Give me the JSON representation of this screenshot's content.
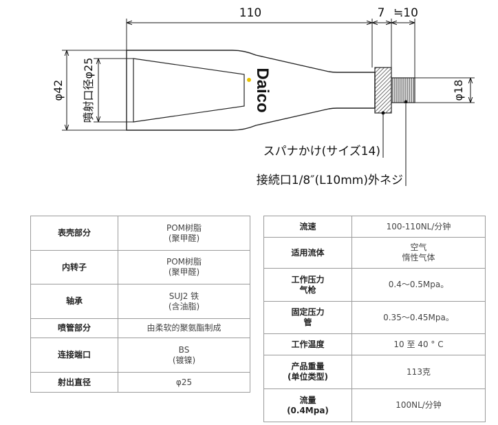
{
  "drawing": {
    "dim_length": "110",
    "dim_wrench": "7",
    "dim_thread_length": "≒10",
    "dim_outer_dia": "φ42",
    "dim_nozzle_label": "噴射口径φ25",
    "dim_connector_dia": "φ18",
    "brand": "Daico",
    "note_wrench": "スパナかけ(サイズ14)",
    "note_thread": "接続口1/8″(L10mm)外ネジ"
  },
  "spec_left": [
    {
      "key": "表壳部分",
      "value": [
        "POM树脂",
        "(聚甲醛)"
      ]
    },
    {
      "key": "内转子",
      "value": [
        "POM树脂",
        "(聚甲醛)"
      ]
    },
    {
      "key": "轴承",
      "value": [
        "SUJ2 铁",
        "(含油脂)"
      ]
    },
    {
      "key": "喷管部分",
      "value": [
        "由柔软的聚氨酯制成"
      ]
    },
    {
      "key": "连接端口",
      "value": [
        "BS",
        "(镀镍)"
      ]
    },
    {
      "key": "射出直径",
      "value": [
        "φ25"
      ]
    }
  ],
  "spec_right": [
    {
      "key": [
        "流速"
      ],
      "value": [
        "100-110NL/分钟"
      ]
    },
    {
      "key": [
        "适用流体"
      ],
      "value": [
        "空气",
        "惰性气体"
      ]
    },
    {
      "key": [
        "工作压力",
        "气枪"
      ],
      "value": [
        "0.4～0.5Mpa。"
      ]
    },
    {
      "key": [
        "固定压力",
        "管"
      ],
      "value": [
        "0.35～0.45Mpa。"
      ]
    },
    {
      "key": [
        "工作温度"
      ],
      "value": [
        "10 至 40 ° C"
      ]
    },
    {
      "key": [
        "产品重量",
        "(单位类型)"
      ],
      "value": [
        "113克"
      ]
    },
    {
      "key": [
        "流量",
        "(0.4Mpa)"
      ],
      "value": [
        "100NL/分钟"
      ]
    }
  ]
}
